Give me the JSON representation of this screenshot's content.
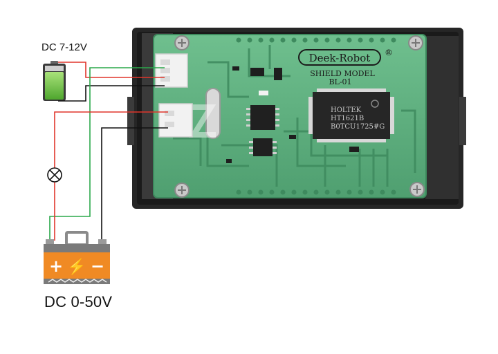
{
  "labels": {
    "supply_voltage": "DC 7-12V",
    "measured_voltage": "DC 0-50V"
  },
  "board": {
    "brand": "Deek-Robot",
    "registered_mark": "®",
    "model_line1": "SHIELD MODEL",
    "model_line2": "BL-01",
    "chip_line1": "HOLTEK",
    "chip_line2": "HT1621B",
    "chip_line3": "B0TCU1725#G"
  },
  "battery_symbols": {
    "plus": "+",
    "bolt": "⚡",
    "minus": "−"
  },
  "colors": {
    "pcb": "#5cae7c",
    "pcb_dark": "#3e8a5e",
    "case": "#2a2a2a",
    "wire_red": "#e0352b",
    "wire_green": "#2aa84a",
    "wire_black": "#111111",
    "battery_orange": "#f08a24"
  }
}
